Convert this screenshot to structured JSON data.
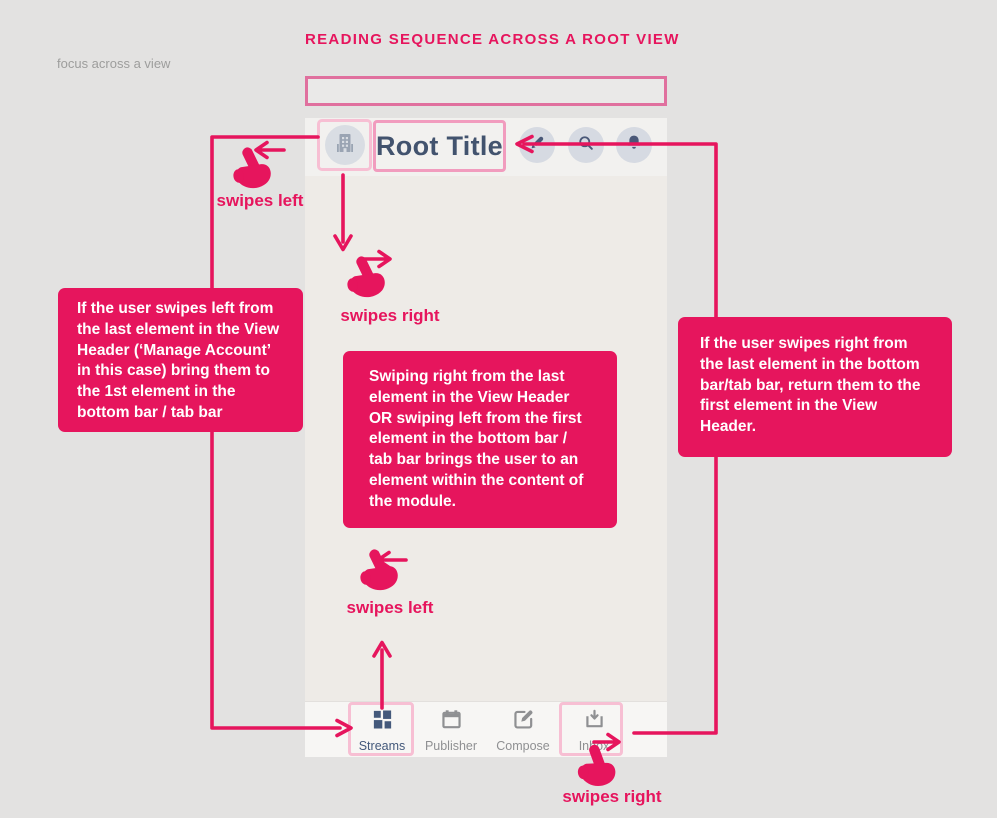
{
  "page": {
    "title": "READING SEQUENCE ACROSS A ROOT VIEW",
    "caption": "focus across a view"
  },
  "phone": {
    "root_title": "Root Title",
    "header_icons": [
      "building-icon",
      "pencil-icon",
      "search-icon",
      "bell-icon"
    ],
    "tabs": [
      {
        "label": "Streams",
        "active": true,
        "highlighted": true
      },
      {
        "label": "Publisher",
        "active": false,
        "highlighted": false
      },
      {
        "label": "Compose",
        "active": false,
        "highlighted": false
      },
      {
        "label": "Inbox",
        "active": false,
        "highlighted": true
      }
    ]
  },
  "annotations": {
    "left": "If the user swipes left from the last element in the View Header (‘Manage Account’ in this case) bring them to the 1st element in the bottom bar / tab bar",
    "middle": "Swiping right from the last element in the View Header OR swiping left from the first element in the bottom bar / tab bar brings the user to an element within the content of the module.",
    "right": "If the user swipes right from the last element in the bottom bar/tab bar, return them to the first element in the View Header."
  },
  "gestures": [
    {
      "label": "swipes left",
      "direction": "left"
    },
    {
      "label": "swipes right",
      "direction": "right"
    },
    {
      "label": "swipes left",
      "direction": "left"
    },
    {
      "label": "swipes right",
      "direction": "right"
    }
  ],
  "colors": {
    "accent": "#E6155D",
    "highlight_outline": "#F7BFD3",
    "active_navy": "#44597B",
    "inactive_gray": "#8F9092"
  }
}
